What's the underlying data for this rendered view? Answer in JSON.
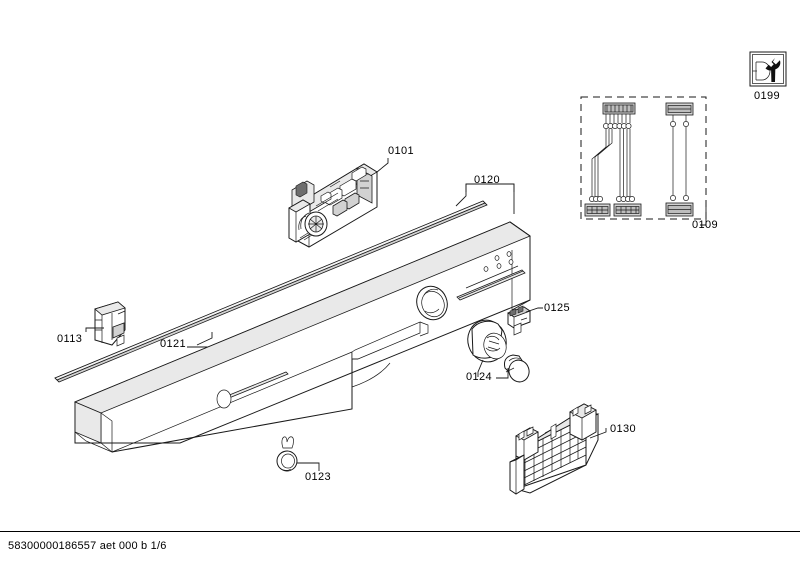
{
  "document": {
    "type": "exploded-parts-diagram",
    "subject": "Dishwasher control panel / fascia assembly",
    "footer_text": "58300000186557 aet 000 b 1/6",
    "page": "1/6",
    "doc_number": "58300000186557",
    "revision": "aet 000 b",
    "background_color": "#ffffff",
    "line_color": "#1a1a1a"
  },
  "callouts": {
    "board": "0101",
    "harness": "0109",
    "bracket_small": "0113",
    "panel_assembly": "0120",
    "trim_strip": "0121",
    "clip": "0123",
    "knob": "0124",
    "switch_clip": "0125",
    "support_rail": "0130",
    "tool_symbol": "0199"
  },
  "parts": [
    {
      "ref": "0101",
      "name": "electronic control module / PCB"
    },
    {
      "ref": "0109",
      "name": "cable harness set"
    },
    {
      "ref": "0113",
      "name": "mounting bracket"
    },
    {
      "ref": "0120",
      "name": "control panel fascia"
    },
    {
      "ref": "0121",
      "name": "trim strip"
    },
    {
      "ref": "0123",
      "name": "retaining clip"
    },
    {
      "ref": "0124",
      "name": "rotary knob"
    },
    {
      "ref": "0125",
      "name": "switch clip"
    },
    {
      "ref": "0130",
      "name": "support rail / grid bracket"
    },
    {
      "ref": "0199",
      "name": "service tool symbol"
    }
  ],
  "icon": {
    "name": "wrench-service-icon",
    "label": "0199"
  }
}
